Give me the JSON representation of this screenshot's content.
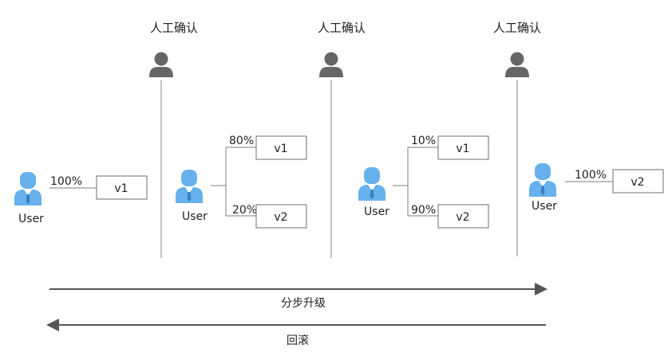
{
  "colors": {
    "user_icon": "#66b1ee",
    "confirm_icon": "#666666",
    "line": "#8a8a8a",
    "text": "#222222"
  },
  "confirmations": [
    {
      "label": "人工确认",
      "icon": "person-icon"
    },
    {
      "label": "人工确认",
      "icon": "person-icon"
    },
    {
      "label": "人工确认",
      "icon": "person-icon"
    }
  ],
  "stages": [
    {
      "user_label": "User",
      "routes": [
        {
          "percent": "100%",
          "version": "v1"
        }
      ]
    },
    {
      "user_label": "User",
      "routes": [
        {
          "percent": "80%",
          "version": "v1"
        },
        {
          "percent": "20%",
          "version": "v2"
        }
      ]
    },
    {
      "user_label": "User",
      "routes": [
        {
          "percent": "10%",
          "version": "v1"
        },
        {
          "percent": "90%",
          "version": "v2"
        }
      ]
    },
    {
      "user_label": "User",
      "routes": [
        {
          "percent": "100%",
          "version": "v2"
        }
      ]
    }
  ],
  "arrows": {
    "forward_label": "分步升级",
    "backward_label": "回滚"
  }
}
